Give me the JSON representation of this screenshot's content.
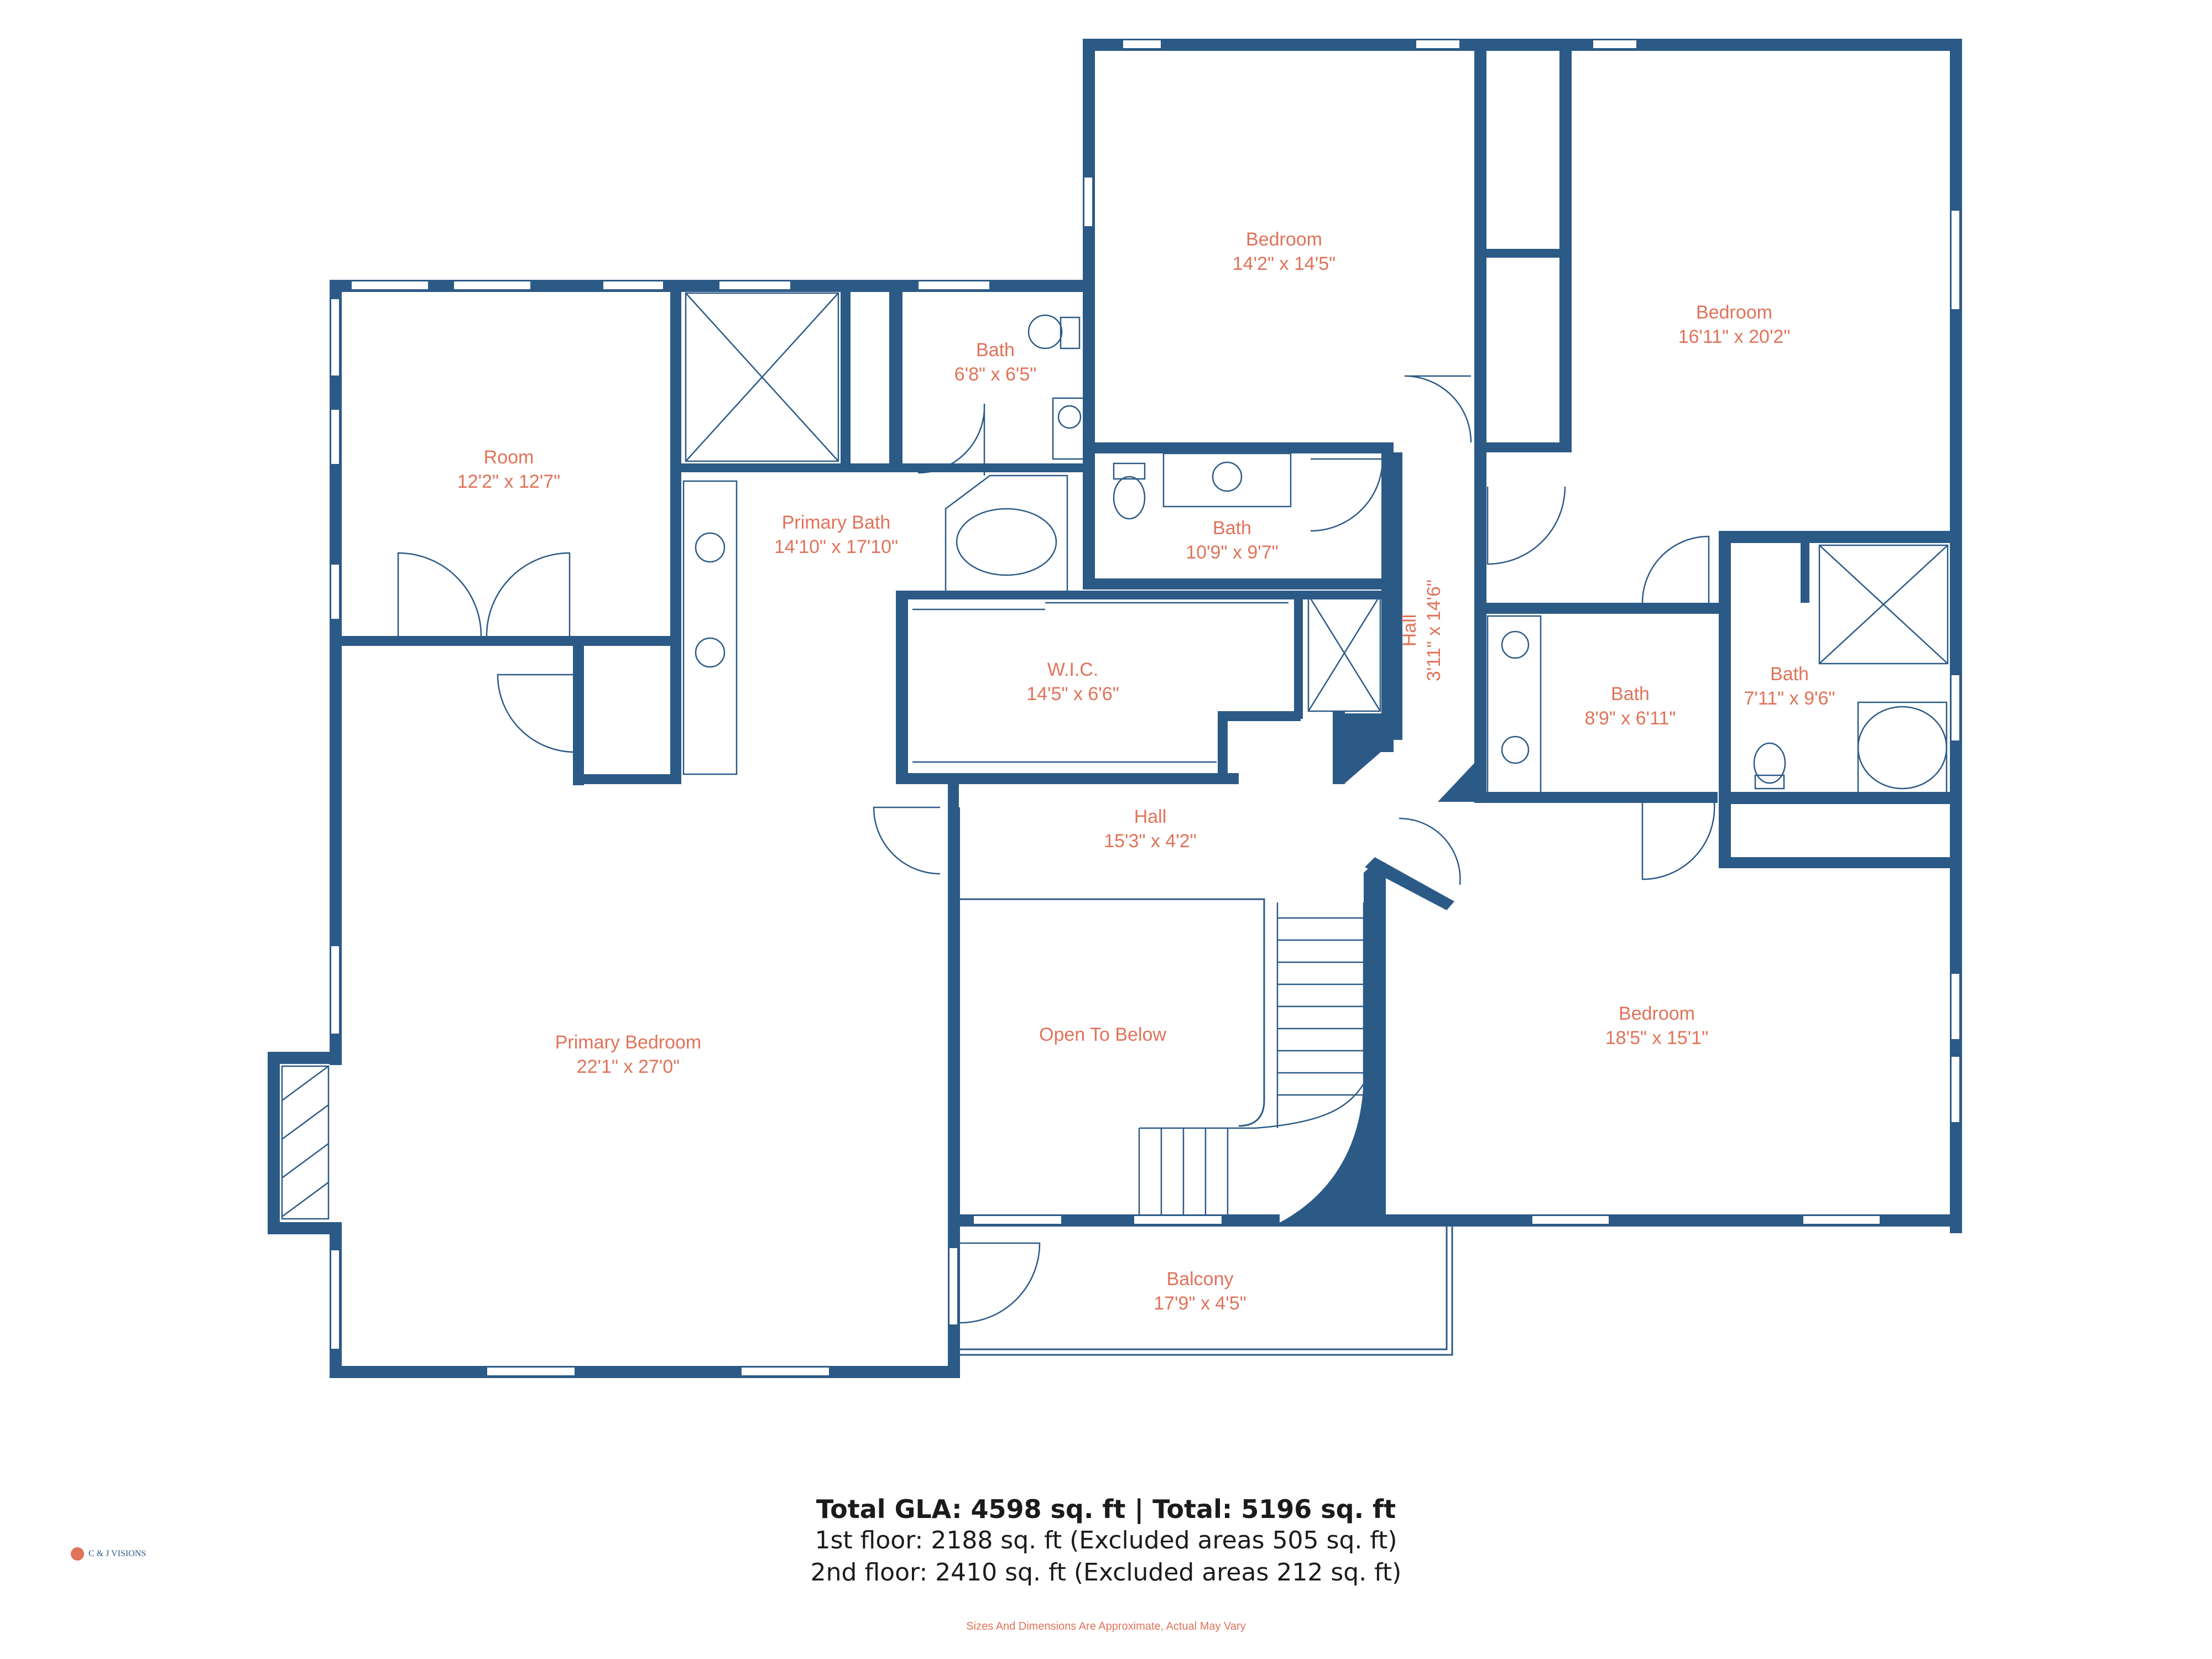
{
  "rooms": [
    {
      "id": "room",
      "name": "Room",
      "dim": "12'2\" x 12'7\""
    },
    {
      "id": "primary-bath",
      "name": "Primary Bath",
      "dim": "14'10\" x 17'10\""
    },
    {
      "id": "bath-small",
      "name": "Bath",
      "dim": "6'8\" x 6'5\""
    },
    {
      "id": "bedroom-top",
      "name": "Bedroom",
      "dim": "14'2\" x 14'5\""
    },
    {
      "id": "bedroom-right",
      "name": "Bedroom",
      "dim": "16'11\" x 20'2\""
    },
    {
      "id": "bath-middle",
      "name": "Bath",
      "dim": "10'9\" x 9'7\""
    },
    {
      "id": "wic",
      "name": "W.I.C.",
      "dim": "14'5\" x 6'6\""
    },
    {
      "id": "hall-vertical",
      "name": "Hall",
      "dim": "3'11\" x 14'6\""
    },
    {
      "id": "bath-right",
      "name": "Bath",
      "dim": "8'9\" x 6'11\""
    },
    {
      "id": "bath-far-right",
      "name": "Bath",
      "dim": "7'11\" x 9'6\""
    },
    {
      "id": "hall",
      "name": "Hall",
      "dim": "15'3\" x 4'2\""
    },
    {
      "id": "primary-bedroom",
      "name": "Primary Bedroom",
      "dim": "22'1\" x 27'0\""
    },
    {
      "id": "open-to-below",
      "name": "Open To Below",
      "dim": ""
    },
    {
      "id": "bedroom-bottom",
      "name": "Bedroom",
      "dim": "18'5\" x 15'1\""
    },
    {
      "id": "balcony",
      "name": "Balcony",
      "dim": "17'9\" x 4'5\""
    }
  ],
  "summary": {
    "total": "Total GLA: 4598 sq. ft | Total: 5196 sq. ft",
    "floor1": "1st floor: 2188 sq. ft (Excluded areas 505 sq. ft)",
    "floor2": "2nd floor: 2410 sq. ft (Excluded areas 212 sq. ft)"
  },
  "disclaimer": "Sizes And Dimensions Are Approximate, Actual May Vary",
  "logo": {
    "text": "C & J VISIONS"
  },
  "colors": {
    "wall": "#2c5a86",
    "label": "#e0735a",
    "text": "#1b1b1b"
  }
}
